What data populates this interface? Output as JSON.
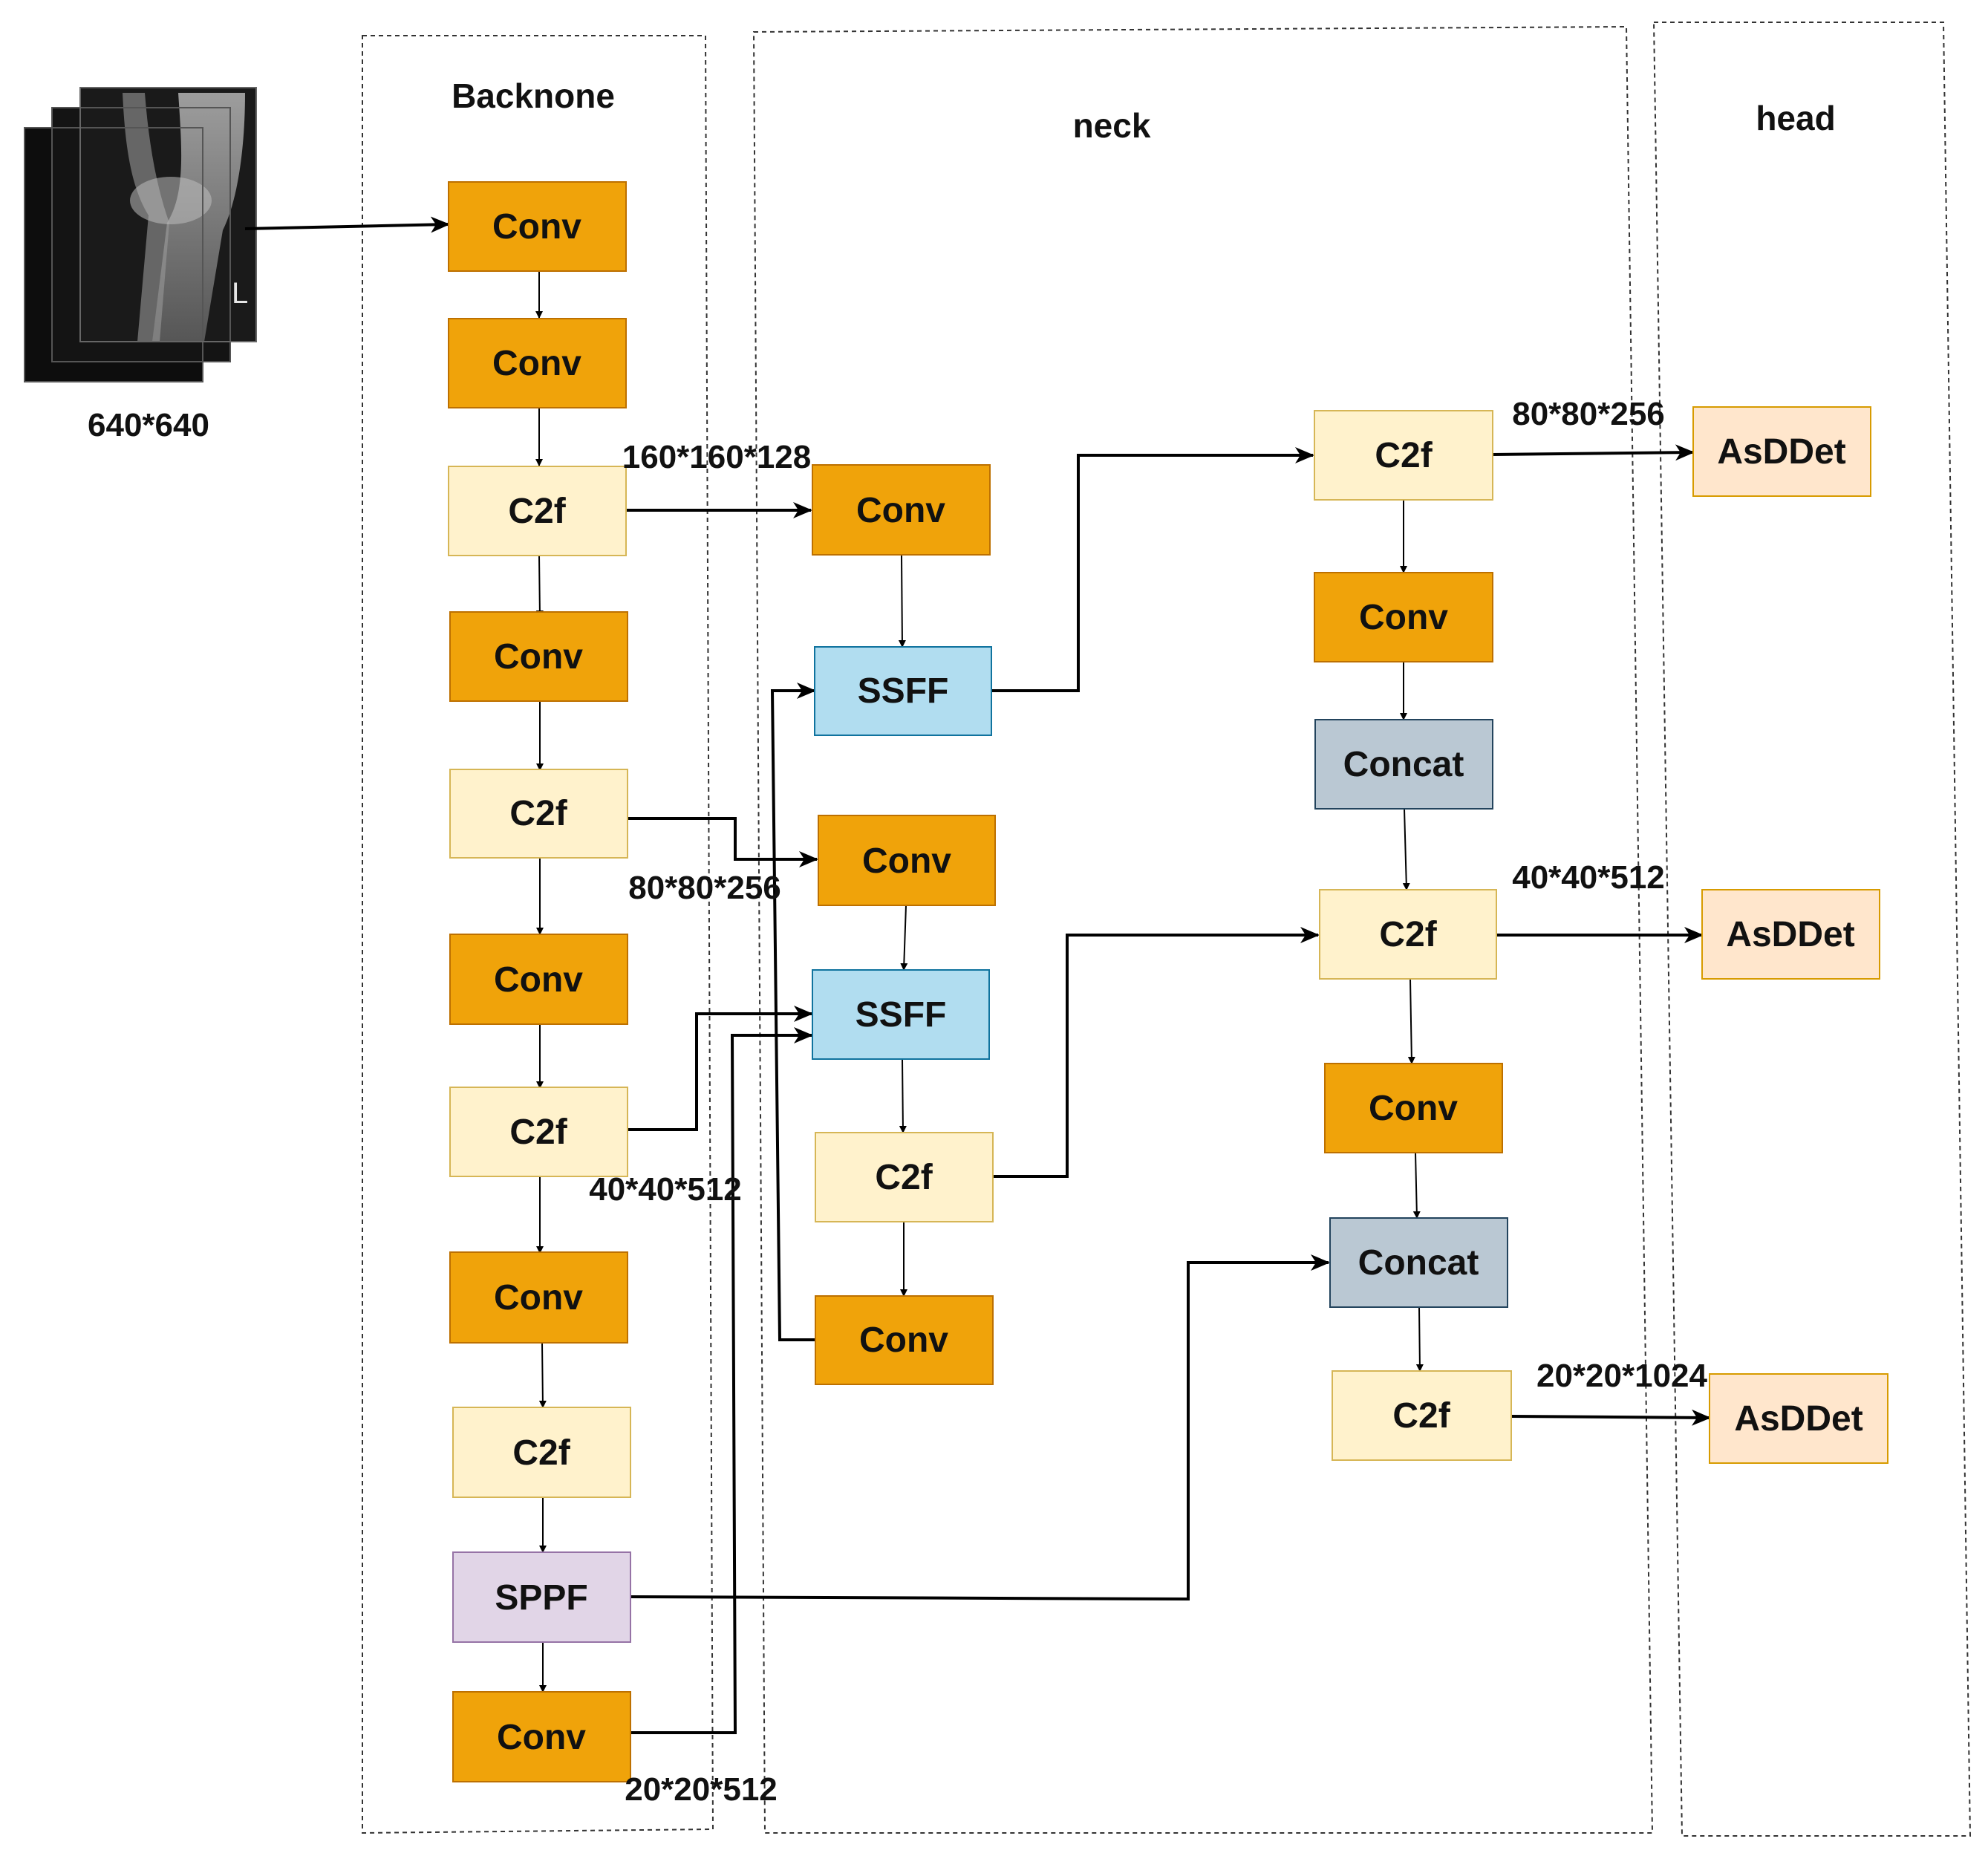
{
  "sections": {
    "backbone": "Backnone",
    "neck": "neck",
    "head": "head"
  },
  "input": {
    "size_label": "640*640",
    "xray_marker": "L"
  },
  "backbone": {
    "b1": "Conv",
    "b2": "Conv",
    "b3": "C2f",
    "b4": "Conv",
    "b5": "C2f",
    "b6": "Conv",
    "b7": "C2f",
    "b8": "Conv",
    "b9": "C2f",
    "b10": "SPPF",
    "b11": "Conv"
  },
  "neck": {
    "n1": "Conv",
    "n2": "SSFF",
    "n3": "Conv",
    "n4": "SSFF",
    "n5": "C2f",
    "n6": "Conv",
    "h1": "C2f",
    "h2": "Conv",
    "h3": "Concat",
    "h4": "C2f",
    "h5": "Conv",
    "h6": "Concat",
    "h7": "C2f"
  },
  "head": {
    "d1": "AsDDet",
    "d2": "AsDDet",
    "d3": "AsDDet"
  },
  "feature_labels": {
    "p2": "160*160*128",
    "p3": "80*80*256",
    "p4": "40*40*512",
    "p5": "20*20*512",
    "out1": "80*80*256",
    "out2": "40*40*512",
    "out3": "20*20*1024"
  },
  "colors": {
    "conv": "#f0a30a",
    "c2f": "#fff2cc",
    "ssff": "#b1ddf0",
    "concat": "#bac8d3",
    "sppf": "#e1d5e7",
    "asddet": "#ffe6cc"
  }
}
